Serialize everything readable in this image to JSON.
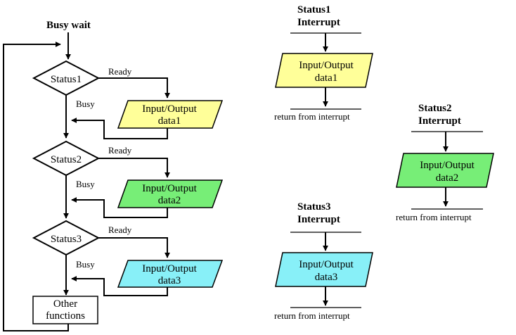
{
  "busy_wait": {
    "title": "Busy wait",
    "status1": "Status1",
    "status2": "Status2",
    "status3": "Status3",
    "ready": "Ready",
    "busy": "Busy",
    "io_label": "Input/Output",
    "data1": "data1",
    "data2": "data2",
    "data3": "data3",
    "other_line1": "Other",
    "other_line2": "functions"
  },
  "interrupts": {
    "status1_title": "Status1",
    "status2_title": "Status2",
    "status3_title": "Status3",
    "interrupt_word": "Interrupt",
    "io_label": "Input/Output",
    "data1": "data1",
    "data2": "data2",
    "data3": "data3",
    "return_text": "return from interrupt"
  },
  "colors": {
    "data1_fill": "#ffff99",
    "data2_fill": "#77ee77",
    "data3_fill": "#88f0f8"
  }
}
